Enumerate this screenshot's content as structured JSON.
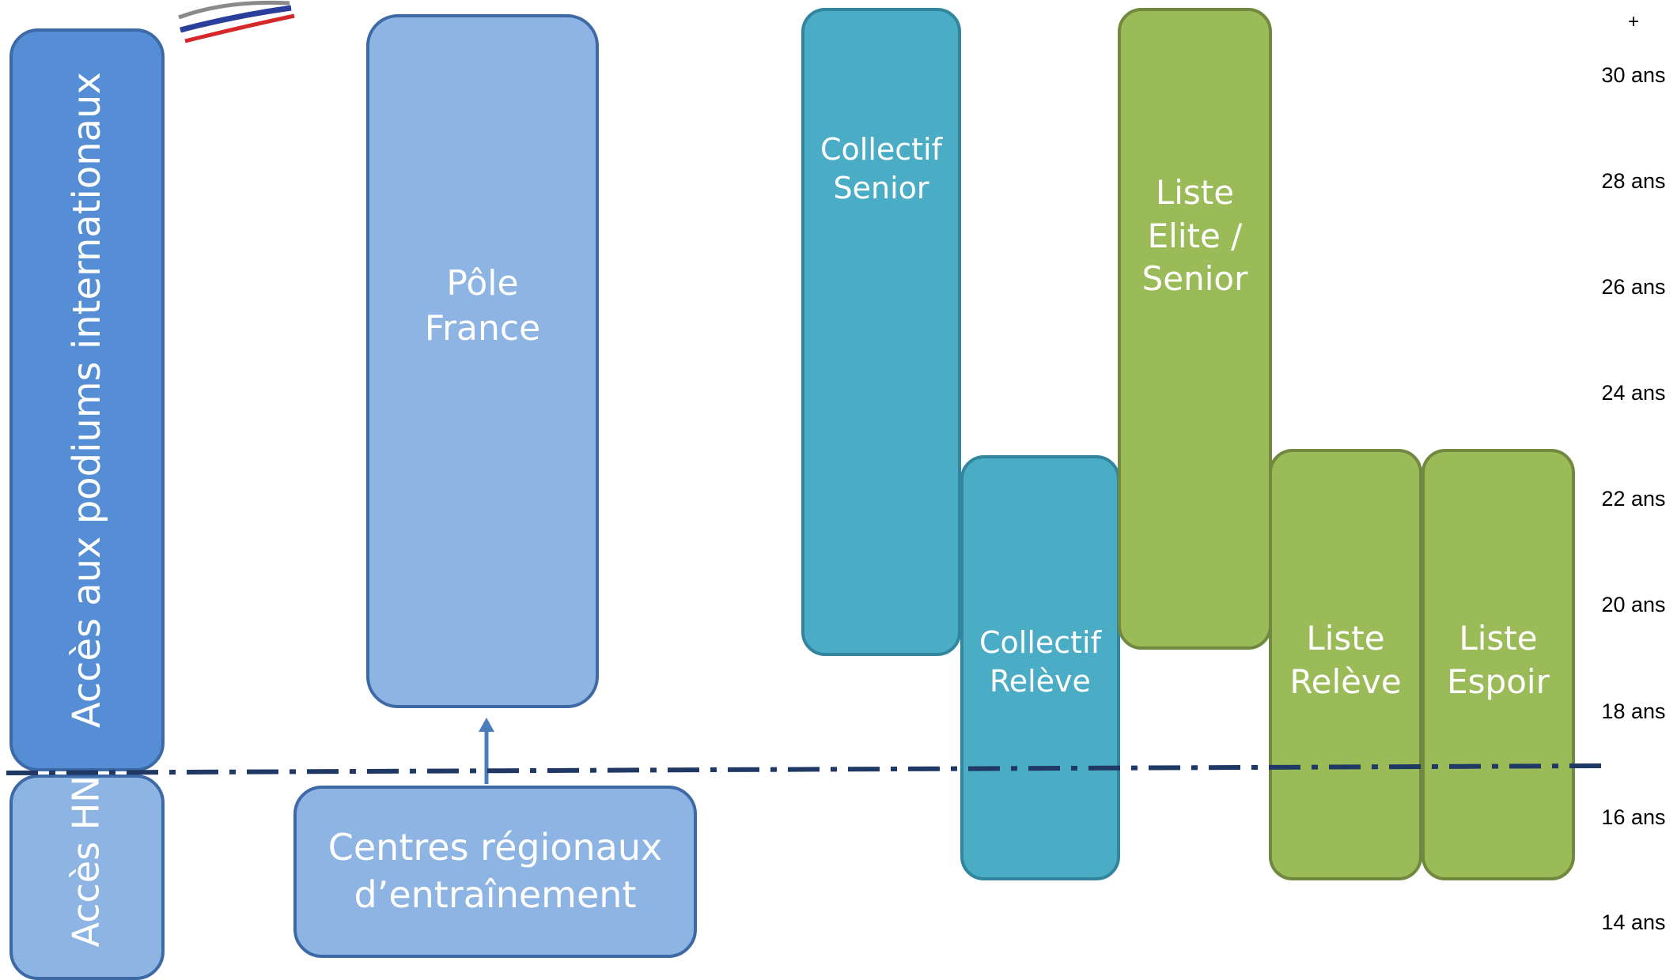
{
  "colors": {
    "dark_blue": "#558ed5",
    "light_blue": "#8eb4e3",
    "teal": "#4bacc6",
    "green": "#9bbb59",
    "dash_line": "#1f3864"
  },
  "boxes": {
    "acces_podiums": "Accès aux podiums internationaux",
    "acces_hn": "Accès HN",
    "pole_france": "Pôle\nFrance",
    "centres_regionaux": "Centres régionaux\nd’entraînement",
    "collectif_senior": "Collectif\nSenior",
    "collectif_releve": "Collectif\nRelève",
    "liste_elite": "Liste\nElite /\nSenior",
    "liste_releve": "Liste\nRelève",
    "liste_espoir": "Liste\nEspoir"
  },
  "age_axis": [
    "+",
    "30 ans",
    "28 ans",
    "26 ans",
    "24 ans",
    "22 ans",
    "20 ans",
    "18 ans",
    "16 ans",
    "14 ans"
  ]
}
